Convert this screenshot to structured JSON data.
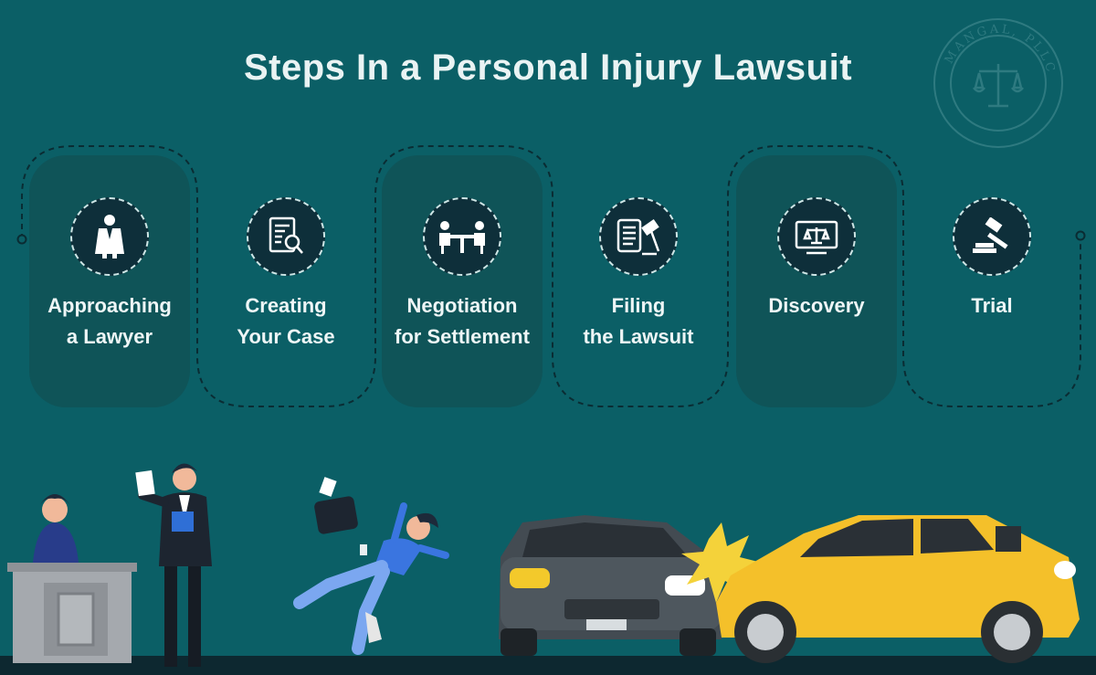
{
  "title": "Steps In a Personal Injury Lawsuit",
  "logo_text": "MANGAL, PLLC",
  "steps": [
    {
      "line1": "Approaching",
      "line2": "a Lawyer",
      "icon": "lawyer-robe-icon"
    },
    {
      "line1": "Creating",
      "line2": "Your Case",
      "icon": "document-search-icon"
    },
    {
      "line1": "Negotiation",
      "line2": "for Settlement",
      "icon": "meeting-table-icon"
    },
    {
      "line1": "Filing",
      "line2": "the Lawsuit",
      "icon": "scroll-gavel-icon"
    },
    {
      "line1": "Discovery",
      "line2": "",
      "icon": "scales-board-icon"
    },
    {
      "line1": "Trial",
      "line2": "",
      "icon": "gavel-icon"
    }
  ],
  "colors": {
    "background": "#0b5f66",
    "panel": "#0f5458",
    "icon_circle": "#0e2f3a",
    "title": "#e9f3f3",
    "car_yellow": "#f4c02a",
    "car_gray": "#434b52"
  }
}
